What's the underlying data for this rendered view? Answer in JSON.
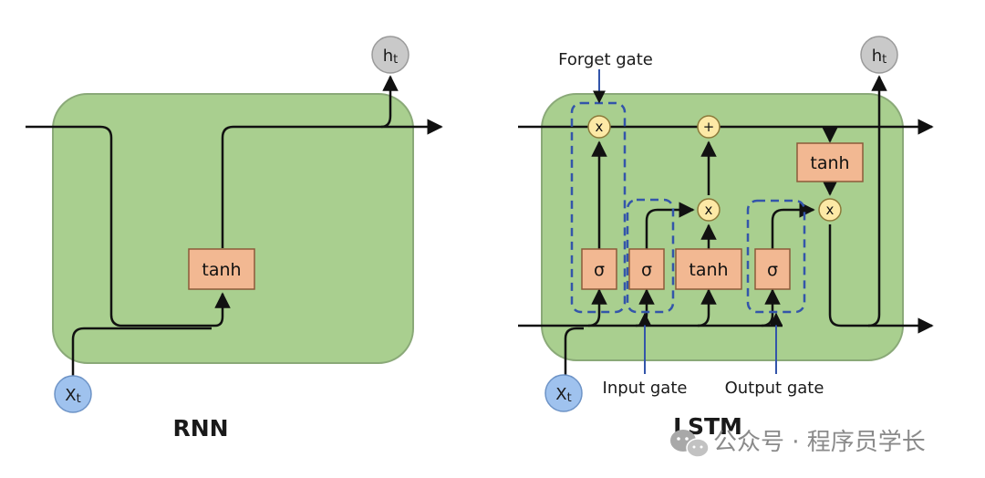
{
  "rnn": {
    "title": "RNN",
    "block": "tanh",
    "output": "h",
    "output_sub": "t",
    "input": "X",
    "input_sub": "t"
  },
  "lstm": {
    "title": "LSTM",
    "sigma": "σ",
    "tanh": "tanh",
    "mult": "x",
    "add": "+",
    "output": "h",
    "output_sub": "t",
    "input": "X",
    "input_sub": "t",
    "forget_gate": "Forget gate",
    "input_gate": "Input gate",
    "output_gate": "Output gate"
  },
  "watermark": {
    "text": "公众号 · 程序员学长",
    "icon": "wechat-icon"
  },
  "colors": {
    "cell_fill": "#a9cf8f",
    "cell_stroke": "#8aa978",
    "block_fill": "#f2b892",
    "block_stroke": "#8c5a3a",
    "op_fill": "#fde9a6",
    "op_stroke": "#8c7a3a",
    "state_fill": "#c9c9c9",
    "input_fill": "#9fc2ee",
    "gate_dash": "#3355aa"
  }
}
